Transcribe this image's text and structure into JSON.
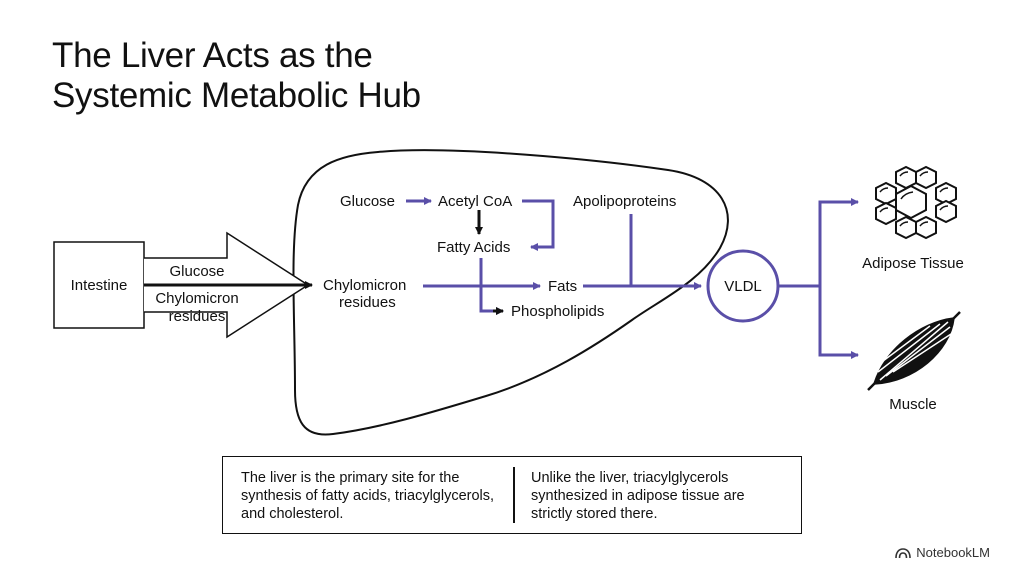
{
  "title_lines": [
    "The Liver Acts as the",
    "Systemic Metabolic Hub"
  ],
  "nodes": {
    "intestine": "Intestine",
    "arrow_glucose": "Glucose",
    "arrow_chylo_1": "Chylomicron",
    "arrow_chylo_2": "residues",
    "glucose": "Glucose",
    "acetyl_coa": "Acetyl CoA",
    "fatty_acids": "Fatty Acids",
    "apolipoproteins": "Apolipoproteins",
    "chylo_1": "Chylomicron",
    "chylo_2": "residues",
    "fats": "Fats",
    "phospholipids": "Phospholipids",
    "vldl": "VLDL",
    "adipose": "Adipose Tissue",
    "muscle": "Muscle"
  },
  "notes": {
    "left": "The liver is the primary site for the synthesis of fatty acids, triacylglycerols, and cholesterol.",
    "right": "Unlike the liver, triacylglycerols synthesized in adipose tissue are strictly stored there."
  },
  "brand": "NotebookLM",
  "colors": {
    "accent": "#5a4fa8",
    "ink": "#111111"
  }
}
